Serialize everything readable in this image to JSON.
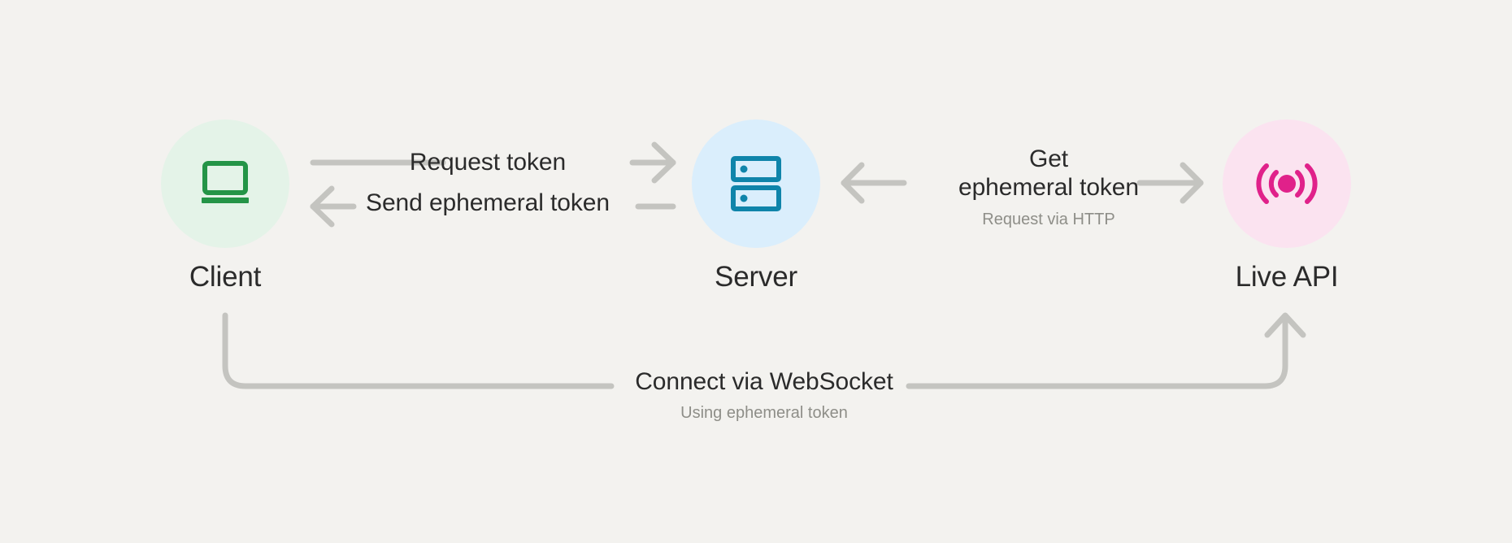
{
  "diagram": {
    "background_color": "#F3F2EF",
    "connector_color": "#C4C4C0",
    "text_color": "#2B2B2B",
    "muted_text_color": "#8E8E88",
    "nodes": [
      {
        "id": "client",
        "label": "Client",
        "icon": "laptop-icon",
        "icon_color": "#249447",
        "circle_color": "#E4F3E8"
      },
      {
        "id": "server",
        "label": "Server",
        "icon": "server-rack-icon",
        "icon_color": "#0F84AA",
        "circle_color": "#DAEEFC"
      },
      {
        "id": "live-api",
        "label": "Live API",
        "icon": "broadcast-signal-icon",
        "icon_color": "#E0218A",
        "circle_color": "#FBE3F0"
      }
    ],
    "connections": [
      {
        "id": "request-token",
        "label": "Request token",
        "sublabel": "",
        "from": "client",
        "to": "server",
        "direction": "right"
      },
      {
        "id": "send-ephemeral-token",
        "label": "Send ephemeral token",
        "sublabel": "",
        "from": "server",
        "to": "client",
        "direction": "left"
      },
      {
        "id": "get-ephemeral-token",
        "label_line1": "Get",
        "label_line2": "ephemeral token",
        "sublabel": "Request via HTTP",
        "from": "server",
        "to": "live-api",
        "direction": "bidirectional"
      },
      {
        "id": "connect-websocket",
        "label": "Connect via WebSocket",
        "sublabel": "Using ephemeral token",
        "from": "client",
        "to": "live-api",
        "direction": "right"
      }
    ]
  }
}
